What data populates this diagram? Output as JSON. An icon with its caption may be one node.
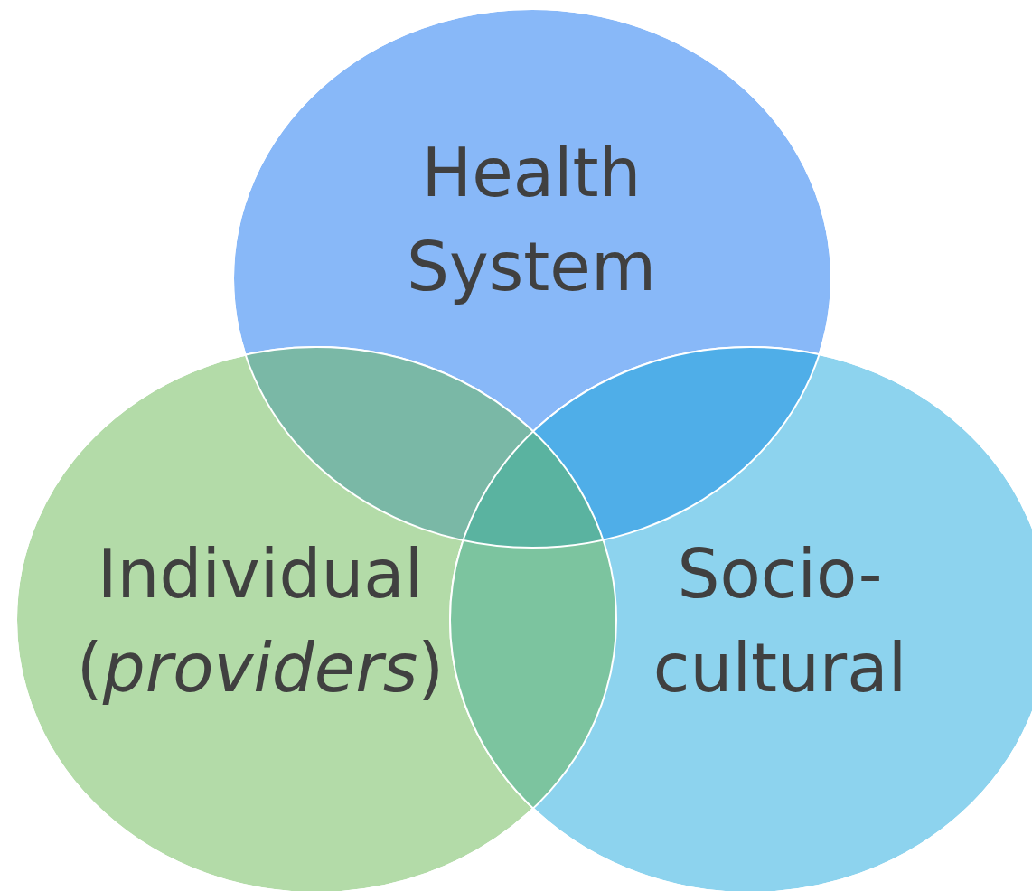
{
  "diagram": {
    "nodes": [
      {
        "text": [
          "Health System"
        ]
      },
      {
        "text": [
          "Individual (*providers*)"
        ]
      },
      {
        "text": [
          "Socio- cultural"
        ]
      }
    ]
  }
}
